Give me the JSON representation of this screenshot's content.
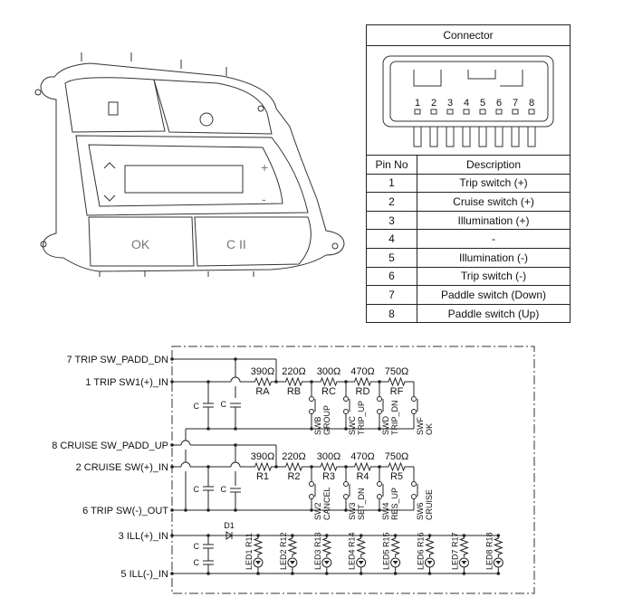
{
  "switch_image": {
    "button_labels": [
      "OK",
      "C II",
      "+",
      "-"
    ]
  },
  "connector": {
    "title": "Connector",
    "pin_numbers": [
      "1",
      "2",
      "3",
      "4",
      "5",
      "6",
      "7",
      "8"
    ],
    "headers": {
      "pin": "Pin No",
      "desc": "Description"
    },
    "rows": [
      {
        "pin": "1",
        "desc": "Trip switch (+)"
      },
      {
        "pin": "2",
        "desc": "Cruise switch (+)"
      },
      {
        "pin": "3",
        "desc": "Illumination (+)"
      },
      {
        "pin": "4",
        "desc": "-"
      },
      {
        "pin": "5",
        "desc": "Illumination (-)"
      },
      {
        "pin": "6",
        "desc": "Trip switch (-)"
      },
      {
        "pin": "7",
        "desc": "Paddle switch (Down)"
      },
      {
        "pin": "8",
        "desc": "Paddle switch (Up)"
      }
    ]
  },
  "circuit": {
    "terminals": [
      "7 TRIP SW_PADD_DN",
      "1 TRIP SW1(+)_IN",
      "8 CRUISE SW_PADD_UP",
      "2 CRUISE SW(+)_IN",
      "6 TRIP SW(-)_OUT",
      "3 ILL(+)_IN",
      "5 ILL(-)_IN"
    ],
    "cap_label": "C",
    "trip_resistors": [
      {
        "value": "390Ω",
        "name": "RA"
      },
      {
        "value": "220Ω",
        "name": "RB"
      },
      {
        "value": "300Ω",
        "name": "RC"
      },
      {
        "value": "470Ω",
        "name": "RD"
      },
      {
        "value": "750Ω",
        "name": "RF"
      }
    ],
    "trip_switches": [
      {
        "name": "SWB",
        "func": "GROUP"
      },
      {
        "name": "SWC",
        "func": "TRIP_UP"
      },
      {
        "name": "SWD",
        "func": "TRIP_DN"
      },
      {
        "name": "SWF",
        "func": "OK"
      }
    ],
    "cruise_resistors": [
      {
        "value": "390Ω",
        "name": "R1"
      },
      {
        "value": "220Ω",
        "name": "R2"
      },
      {
        "value": "300Ω",
        "name": "R3"
      },
      {
        "value": "470Ω",
        "name": "R4"
      },
      {
        "value": "750Ω",
        "name": "R5"
      }
    ],
    "cruise_switches": [
      {
        "name": "SW2",
        "func": "CANCEL"
      },
      {
        "name": "SW3",
        "func": "SET_DN"
      },
      {
        "name": "SW4",
        "func": "RES_UP"
      },
      {
        "name": "SW6",
        "func": "CRUISE"
      }
    ],
    "diode": "D1",
    "leds": [
      "LED1 R11",
      "LED2 R12",
      "LED3 R13",
      "LED4 R14",
      "LED5 R15",
      "LED6 R16",
      "LED7 R17",
      "LED8 R18"
    ]
  }
}
